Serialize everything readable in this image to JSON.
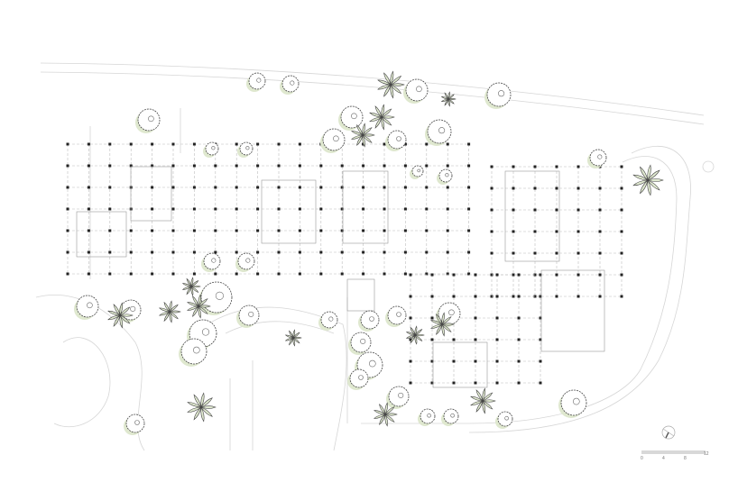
{
  "scale_bar": {
    "labels": [
      "0",
      "4",
      "8",
      "12"
    ]
  },
  "north_arrow": {
    "icon": "north-arrow-icon"
  },
  "colors": {
    "line": "#bdbdbd",
    "column": "#222222",
    "tree_fill": "#dfe8cf",
    "tree_stroke": "#444444"
  }
}
